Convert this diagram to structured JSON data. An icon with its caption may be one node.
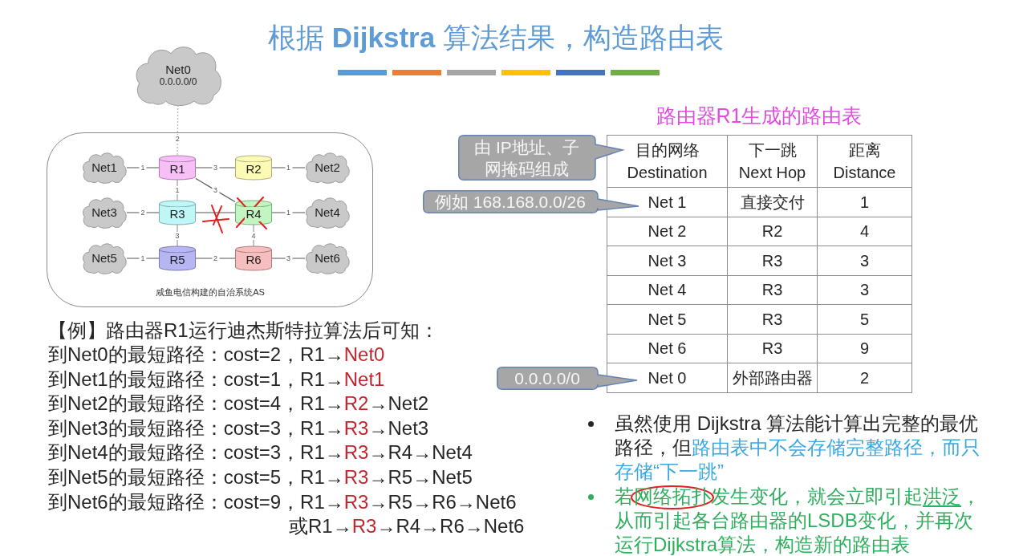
{
  "diagram": {
    "title": "根据 **Dijkstra** 算法结果，构造路由表",
    "nodes": [
      {
        "text": [
          "Net0",
          "0.0.0.0/0"
        ]
      },
      {
        "text": [
          "咸鱼电信构建的自治系统AS"
        ]
      },
      {
        "text": [
          "Net1"
        ],
        "in": 1
      },
      {
        "text": [
          "R1"
        ],
        "in": 1
      },
      {
        "text": [
          "R2"
        ],
        "in": 1
      },
      {
        "text": [
          "Net2"
        ],
        "in": 1
      },
      {
        "text": [
          "Net3"
        ],
        "in": 1
      },
      {
        "text": [
          "R3"
        ],
        "in": 1
      },
      {
        "text": [
          "R4"
        ],
        "in": 1
      },
      {
        "text": [
          "Net4"
        ],
        "in": 1
      },
      {
        "text": [
          "Net5"
        ],
        "in": 1
      },
      {
        "text": [
          "R5"
        ],
        "in": 1
      },
      {
        "text": [
          "R6"
        ],
        "in": 1
      },
      {
        "text": [
          "Net6"
        ],
        "in": 1
      },
      {
        "text": [
          "由 IP地址、子网掩码组成"
        ]
      },
      {
        "text": [
          "例如 168.168.0.0/26"
        ]
      },
      {
        "text": [
          "0.0.0.0/0"
        ]
      }
    ],
    "edges": [
      {
        "from": 0,
        "to": 3,
        "arrow": "none",
        "label": "2",
        "style": "dashed",
        "color": "#bbbbbb"
      },
      {
        "from": 2,
        "to": 3,
        "arrow": "none",
        "label": "1"
      },
      {
        "from": 3,
        "to": 4,
        "arrow": "none",
        "label": "3"
      },
      {
        "from": 4,
        "to": 5,
        "arrow": "none",
        "label": "1"
      },
      {
        "from": 3,
        "to": 7,
        "arrow": "none",
        "label": "1"
      },
      {
        "from": 3,
        "to": 8,
        "arrow": "none",
        "label": "3"
      },
      {
        "from": 6,
        "to": 7,
        "arrow": "none",
        "label": "2"
      },
      {
        "from": 7,
        "to": 8,
        "arrow": "none"
      },
      {
        "from": 8,
        "to": 9,
        "arrow": "none",
        "label": "1"
      },
      {
        "from": 7,
        "to": 11,
        "arrow": "none",
        "label": "3"
      },
      {
        "from": 8,
        "to": 12,
        "arrow": "none",
        "label": "4"
      },
      {
        "from": 10,
        "to": 11,
        "arrow": "none",
        "label": "1"
      },
      {
        "from": 11,
        "to": 12,
        "arrow": "none",
        "label": "2"
      },
      {
        "from": 12,
        "to": 13,
        "arrow": "none",
        "label": "3"
      }
    ],
    "labels": [
      "路由器R1生成的路由表",
      "目的网络 Destination",
      "下一跳 Next Hop",
      "距离 Distance",
      "Net 1",
      "直接交付",
      "1",
      "Net 2",
      "R2",
      "4",
      "Net 3",
      "R3",
      "3",
      "Net 4",
      "R3",
      "3",
      "Net 5",
      "R3",
      "5",
      "Net 6",
      "R3",
      "9",
      "Net 0",
      "外部路由器",
      "2",
      "【例】路由器R1运行迪杰斯特拉算法后可知：",
      "到Net0的最短路径：cost=2，R1→",
      "Net0",
      "到Net1的最短路径：cost=1，R1→",
      "Net1",
      "到Net2的最短路径：cost=4，R1→",
      "R2",
      "→Net2",
      "到Net3的最短路径：cost=3，R1→",
      "R3",
      "→Net3",
      "到Net4的最短路径：cost=3，R1→",
      "R3",
      "→R4→Net4",
      "到Net5的最短路径：cost=5，R1→",
      "R3",
      "→R5→Net5",
      "到Net6的最短路径：cost=9，R1→",
      "R3",
      "→R5→R6→Net6",
      "或R1→",
      "R3",
      "→R4→R6→Net6",
      "虽然使用 Dijkstra 算法能计算出完整的最优路径，但",
      "路由表中不会存储完整路径，而只存储“下一跳”",
      "若网络拓扑发生变化，就会立即引起",
      "洪泛",
      "，从而引起各台路由器的LSDB变化，并再次运行Dijkstra算法，构造新的路由表"
    ]
  }
}
